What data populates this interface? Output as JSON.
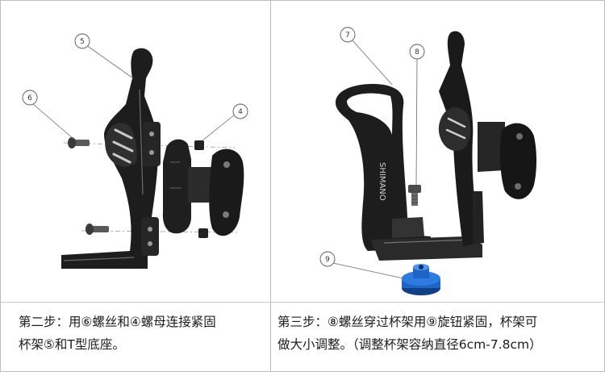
{
  "step2": {
    "callouts": [
      "5",
      "6",
      "4"
    ],
    "caption_line1": "第二步：用⑥螺丝和④螺母连接紧固",
    "caption_line2": "杯架⑤和T型底座。"
  },
  "step3": {
    "callouts": [
      "7",
      "8",
      "9"
    ],
    "brand_text": "SHIMANO",
    "caption_line1": "第三步：⑧螺丝穿过杯架用⑨旋钮紧固，杯架可",
    "caption_line2": "做大小调整。（调整杯架容纳直径6cm-7.8cm）"
  },
  "colors": {
    "part_dark": "#1d1d1d",
    "part_mid": "#3a3a3a",
    "knob_blue": "#1f63c6"
  }
}
